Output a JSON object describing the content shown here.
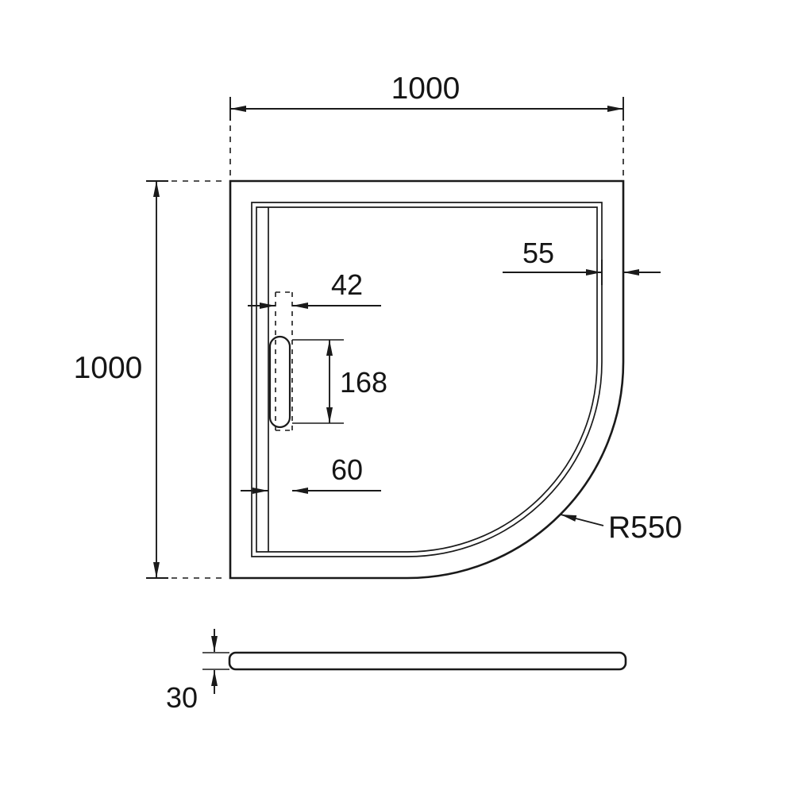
{
  "drawing": {
    "line_color": "#1a1a1a",
    "background_color": "#ffffff",
    "dimensions": {
      "overall_width": "1000",
      "overall_height": "1000",
      "rim_inset": "55",
      "channel_width": "42",
      "slot_length": "168",
      "channel_offset": "60",
      "corner_radius": "R550",
      "thickness": "30"
    }
  }
}
